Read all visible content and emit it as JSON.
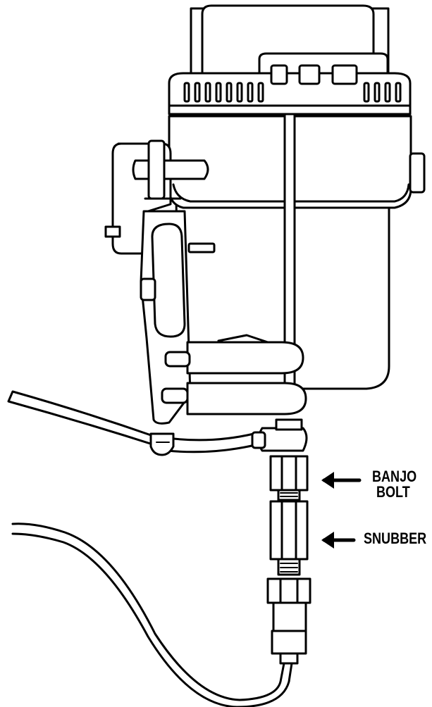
{
  "callouts": {
    "banjo_bolt": {
      "line1": "BANJO",
      "line2": "BOLT"
    },
    "snubber": {
      "label": "SNUBBER"
    }
  },
  "colors": {
    "line": "#000000",
    "background": "#ffffff"
  }
}
